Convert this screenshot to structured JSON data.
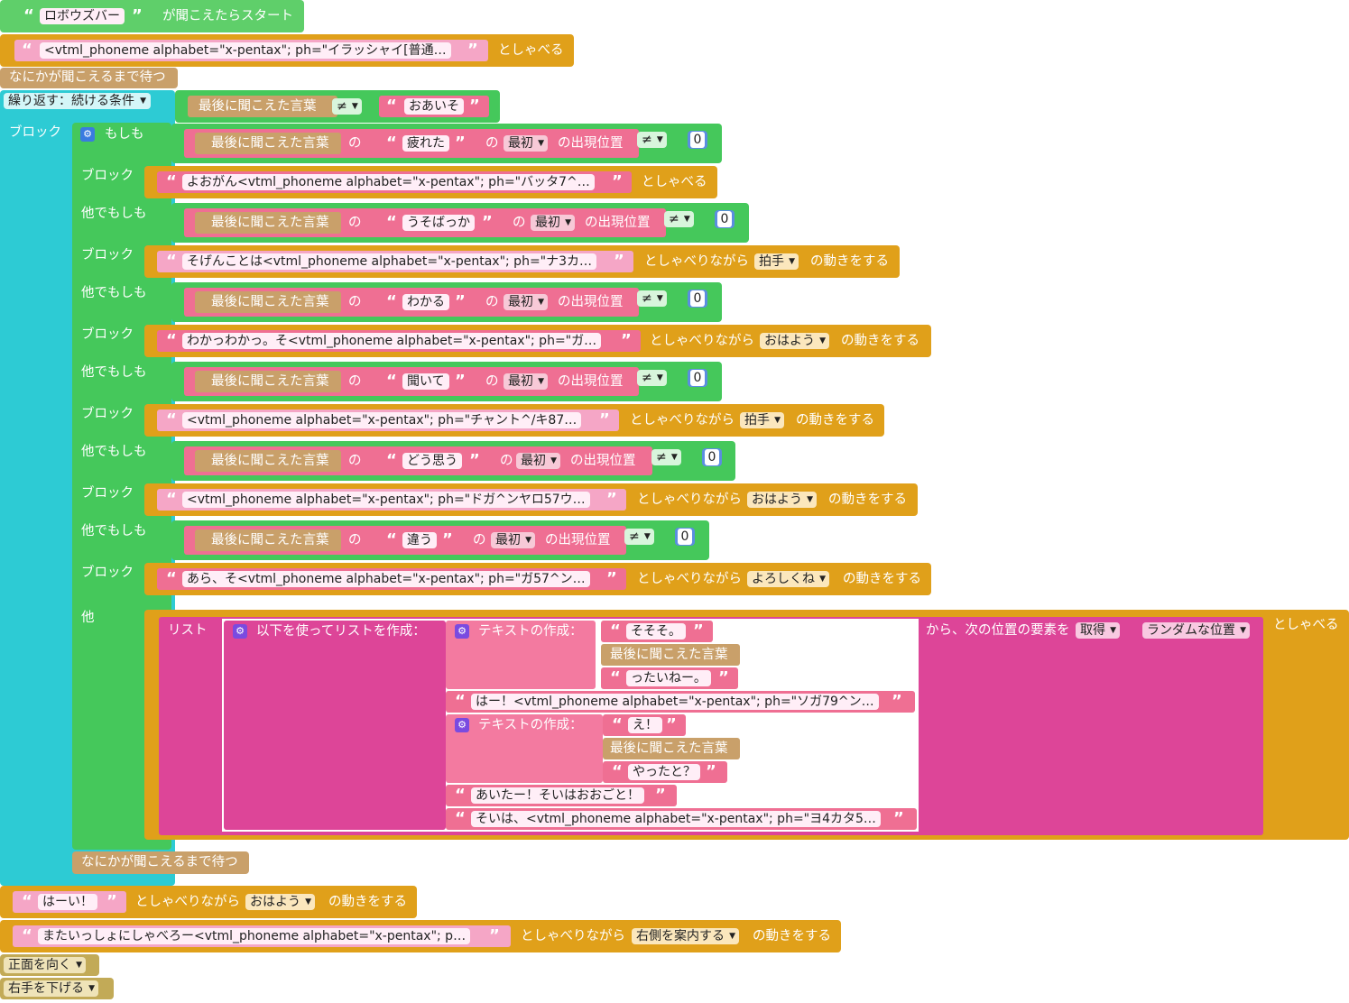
{
  "event": {
    "phrase": "ロボウズバー",
    "label": "が聞こえたらスタート"
  },
  "say1": {
    "text": "<vtml_phoneme alphabet=\"x-pentax\"; ph=\"イラッシャイ[普通…",
    "label": "としゃべる"
  },
  "wait_label": "なにかが聞こえるまで待つ",
  "loop": {
    "label": "繰り返す：続ける条件",
    "block_label": "ブロック"
  },
  "cond": {
    "last_heard": "最後に聞こえた言葉",
    "neq": "≠",
    "word": "おあいそ"
  },
  "if_labels": {
    "if": "もしも",
    "elseif": "他でもしも",
    "block": "ブロック",
    "else": "他",
    "no": "の",
    "first": "最初",
    "occurrence": "の出現位置",
    "zero": "0"
  },
  "branches": [
    {
      "word": "疲れた",
      "say": "よおがん<vtml_phoneme alphabet=\"x-pentax\"; ph=\"バッタ7^…",
      "motion": ""
    },
    {
      "word": "うそばっか",
      "say": "そげんことは<vtml_phoneme alphabet=\"x-pentax\"; ph=\"ナ3カ…",
      "motion": "拍手"
    },
    {
      "word": "わかる",
      "say": "わかっわかっ。そ<vtml_phoneme alphabet=\"x-pentax\"; ph=\"ガ…",
      "motion": "おはよう"
    },
    {
      "word": "聞いて",
      "say": "<vtml_phoneme alphabet=\"x-pentax\"; ph=\"チャント^/キ87…",
      "motion": "拍手"
    },
    {
      "word": "どう思う",
      "say": "<vtml_phoneme alphabet=\"x-pentax\"; ph=\"ドガ^ンヤロ57ウ…",
      "motion": "おはよう"
    },
    {
      "word": "違う",
      "say": "あら、そ<vtml_phoneme alphabet=\"x-pentax\"; ph=\"ガ57^ン…",
      "motion": "よろしくね"
    }
  ],
  "speak_while": "としゃべりながら",
  "motion_suffix": "の動きをする",
  "say_label": "としゃべる",
  "else_block": {
    "list": "リスト",
    "create_list": "以下を使ってリストを作成：",
    "text_create": "テキストの作成：",
    "items1": [
      "そそそ。",
      "最後に聞こえた言葉",
      "ったいねー。"
    ],
    "item2": "はー！<vtml_phoneme alphabet=\"x-pentax\"; ph=\"ソガ79^ン…",
    "items3": [
      "え！",
      "最後に聞こえた言葉",
      "やったと？"
    ],
    "item4": "あいたー！そいはおおごと！",
    "item5": "そいは、<vtml_phoneme alphabet=\"x-pentax\"; ph=\"ヨ4カタ5…",
    "from_label": "から、次の位置の要素を",
    "get": "取得",
    "random": "ランダムな位置",
    "say_label": "としゃべる"
  },
  "after": [
    {
      "text": "はーい！",
      "motion": "おはよう"
    },
    {
      "text": "またいっしょにしゃべろー<vtml_phoneme alphabet=\"x-pentax\"; p…",
      "motion": "右側を案内する"
    }
  ],
  "face_front": "正面を向く",
  "lower_right": "右手を下げる"
}
